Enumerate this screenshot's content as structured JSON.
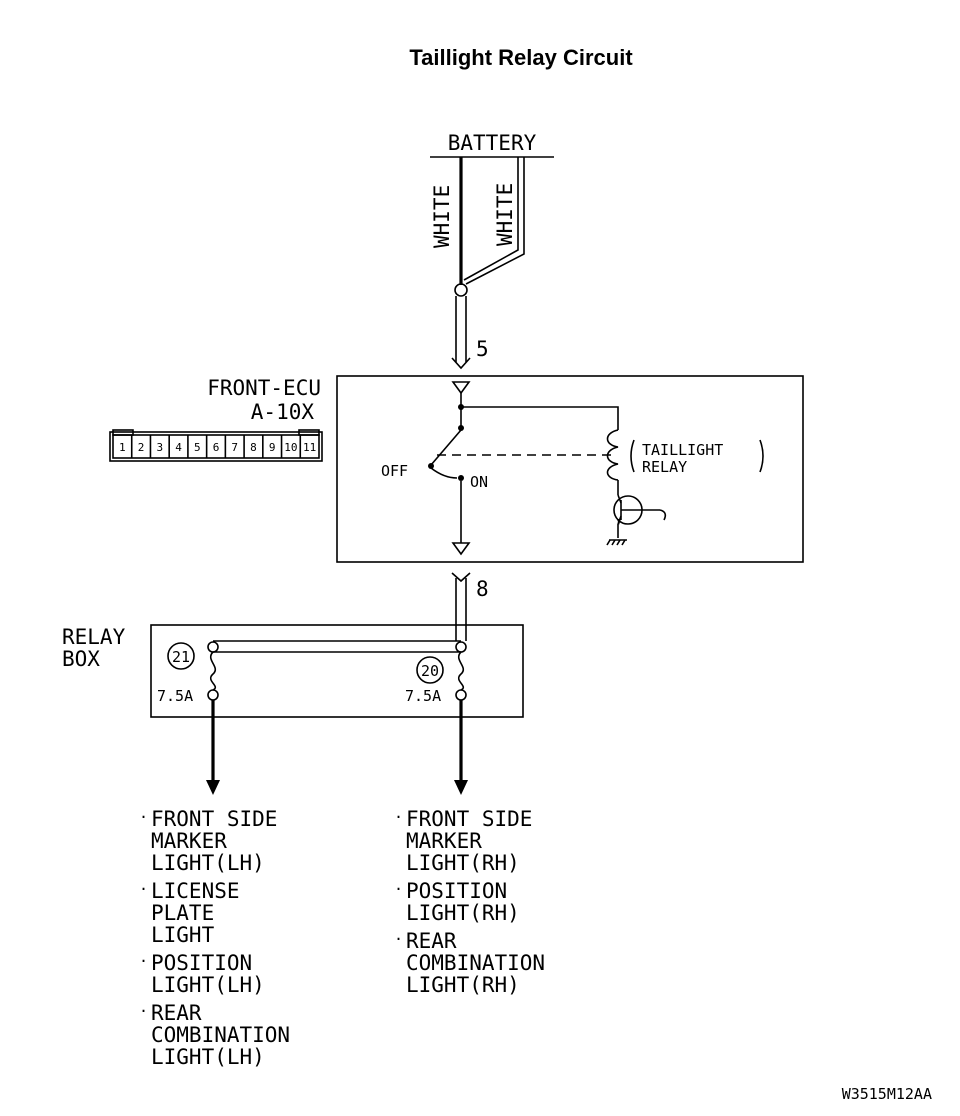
{
  "title": "Taillight Relay Circuit",
  "battery": {
    "label": "BATTERY",
    "wire_left": "WHITE",
    "wire_right": "WHITE"
  },
  "connector_top": "5",
  "ecu": {
    "name": "FRONT-ECU",
    "connector": "A-10X",
    "pins": [
      "1",
      "2",
      "3",
      "4",
      "5",
      "6",
      "7",
      "8",
      "9",
      "10",
      "11"
    ],
    "switch_off": "OFF",
    "switch_on": "ON",
    "relay_line1": "TAILLIGHT",
    "relay_line2": "RELAY"
  },
  "connector_bottom": "8",
  "relay_box": {
    "line1": "RELAY",
    "line2": "BOX",
    "fuse_left_no": "21",
    "fuse_right_no": "20",
    "fuse_left_rating": "7.5A",
    "fuse_right_rating": "7.5A"
  },
  "loads_left": [
    [
      "FRONT SIDE",
      "MARKER",
      "LIGHT(LH)"
    ],
    [
      "LICENSE",
      "PLATE",
      "LIGHT"
    ],
    [
      "POSITION",
      "LIGHT(LH)"
    ],
    [
      "REAR",
      "COMBINATION",
      "LIGHT(LH)"
    ]
  ],
  "loads_right": [
    [
      "FRONT SIDE",
      "MARKER",
      "LIGHT(RH)"
    ],
    [
      "POSITION",
      "LIGHT(RH)"
    ],
    [
      "REAR",
      "COMBINATION",
      "LIGHT(RH)"
    ]
  ],
  "figure_code": "W3515M12AA"
}
